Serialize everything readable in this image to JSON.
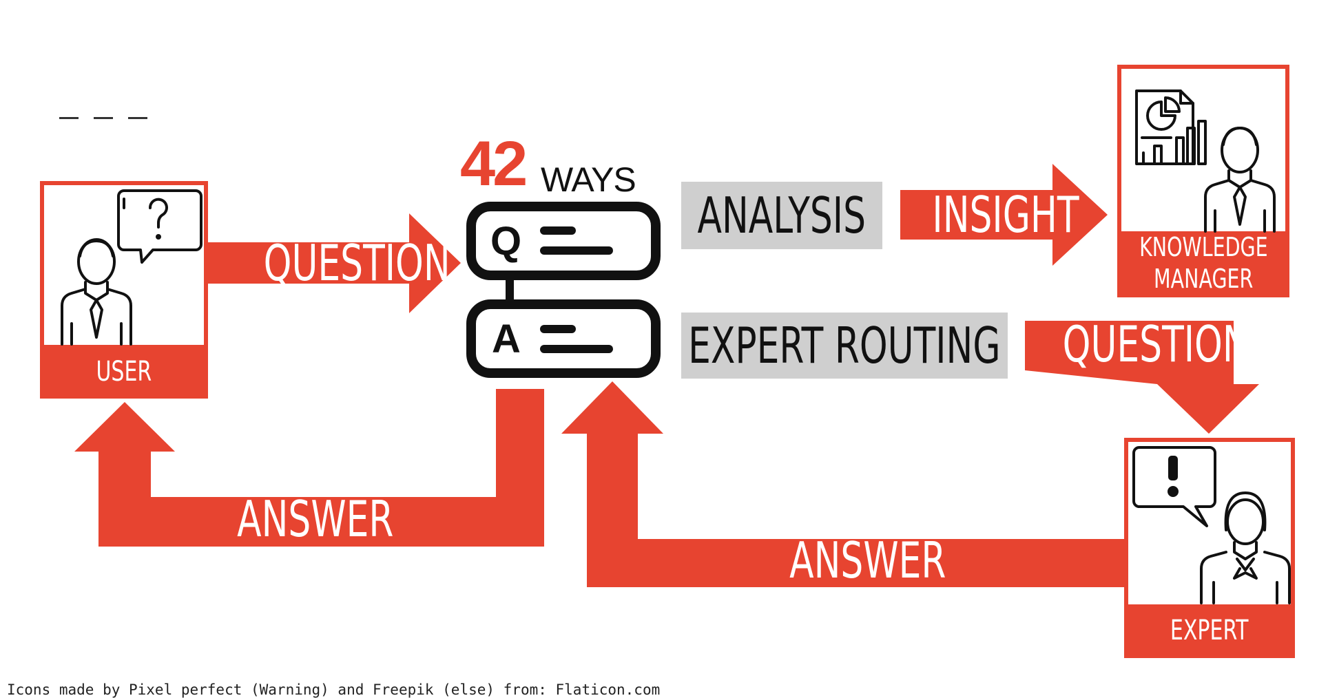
{
  "colors": {
    "accent": "#e74430",
    "gray": "#cfcfcf",
    "text_dark": "#111111",
    "white": "#ffffff"
  },
  "decorative_dashes": "— — —",
  "logo": {
    "number": "42",
    "word": "WAYS"
  },
  "qa_box": {
    "question_letter": "Q",
    "answer_letter": "A"
  },
  "nodes": {
    "user": {
      "label": "USER",
      "icon": "user-question-icon"
    },
    "knowledge_manager": {
      "label_line1": "KNOWLEDGE",
      "label_line2": "MANAGER",
      "icon": "manager-report-icon"
    },
    "expert": {
      "label": "EXPERT",
      "icon": "expert-exclamation-icon"
    }
  },
  "labels": {
    "analysis": "ANALYSIS",
    "expert_routing": "EXPERT ROUTING"
  },
  "arrows": {
    "user_question": "QUESTION",
    "insight": "INSIGHT",
    "routing_question": "QUESTION",
    "answer_to_user": "ANSWER",
    "expert_answer": "ANSWER"
  },
  "footer": "Icons made by Pixel perfect (Warning) and Freepik (else) from: Flaticon.com"
}
